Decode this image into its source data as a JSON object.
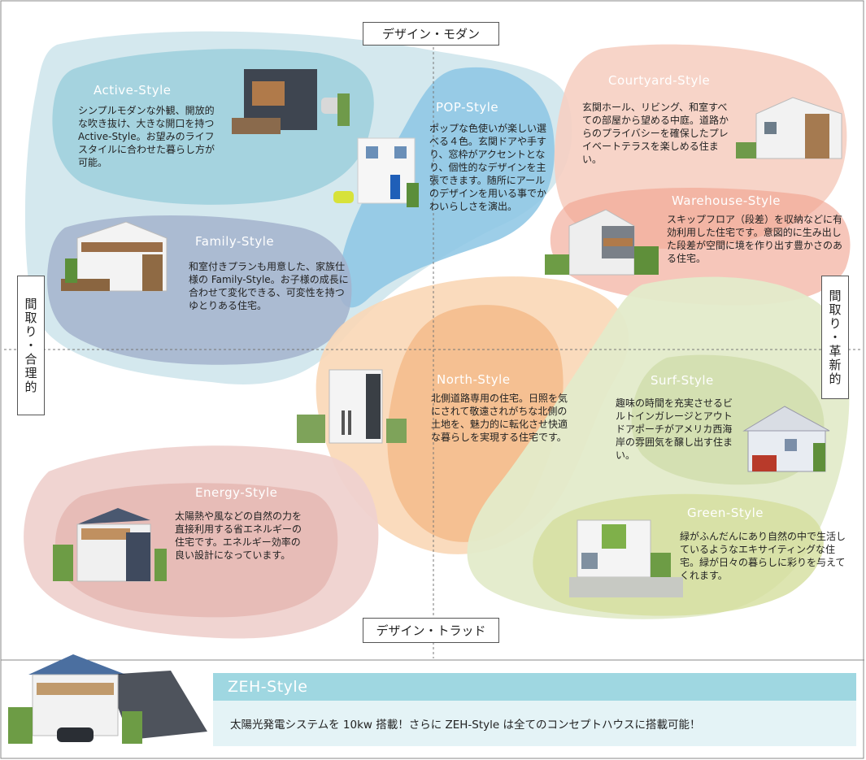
{
  "axes": {
    "top": "デザイン・モダン",
    "bottom": "デザイン・トラッド",
    "left": "間取り・合理的",
    "right": "間取り・革新的"
  },
  "styles": {
    "active": {
      "title": "Active-Style",
      "desc": "シンプルモダンな外観、開放的な吹き抜け、大きな開口を持つ Active-Style。お望みのライフスタイルに合わせた暮らし方が可能。",
      "color": "#9ccfdc"
    },
    "pop": {
      "title": "POP-Style",
      "desc": "ポップな色使いが楽しい選べる４色。玄関ドアや手すり、窓枠がアクセントとなり、個性的なデザインを主張できます。随所にアールのデザインを用いる事でかわいらしさを演出。",
      "color": "#8cc6e4"
    },
    "family": {
      "title": "Family-Style",
      "desc": "和室付きプランも用意した、家族仕様の Family-Style。お子様の成長に合わせて変化できる、可変性を持つゆとりある住宅。",
      "color": "#a3b3cc"
    },
    "courtyard": {
      "title": "Courtyard-Style",
      "desc": "玄関ホール、リビング、和室すべての部屋から望める中庭。道路からのプライバシーを確保したプレイベートテラスを楽しめる住まい。",
      "color": "#f2b4a4"
    },
    "warehouse": {
      "title": "Warehouse-Style",
      "desc": "スキップフロア（段差）を収納などに有効利用した住宅です。意図的に生み出した段差が空間に境を作り出す豊かさのある住宅。",
      "color": "#f0a08c"
    },
    "north": {
      "title": "North-Style",
      "desc": "北側道路専用の住宅。日照を気にされて敬遠されがちな北側の土地を、魅力的に転化させ快適な暮らしを実現する住宅です。",
      "color": "#f3b784"
    },
    "surf": {
      "title": "Surf-Style",
      "desc": "趣味の時間を充実させるビルトインガレージとアウトドアポーチがアメリカ西海岸の雰囲気を醸し出す住まい。",
      "color": "#cfdca8"
    },
    "energy": {
      "title": "Energy-Style",
      "desc": "太陽熱や風などの自然の力を直接利用する省エネルギーの住宅です。エネルギー効率の良い設計になっています。",
      "color": "#e5b5b0"
    },
    "green": {
      "title": "Green-Style",
      "desc": "緑がふんだんにあり自然の中で生活しているようなエキサイティングな住宅。緑が日々の暮らしに彩りを与えてくれます。",
      "color": "#d4df9e"
    }
  },
  "zeh": {
    "title": "ZEH-Style",
    "desc": "太陽光発電システムを 10kw 搭載！さらに ZEH-Style は全てのコンセプトハウスに搭載可能！"
  }
}
